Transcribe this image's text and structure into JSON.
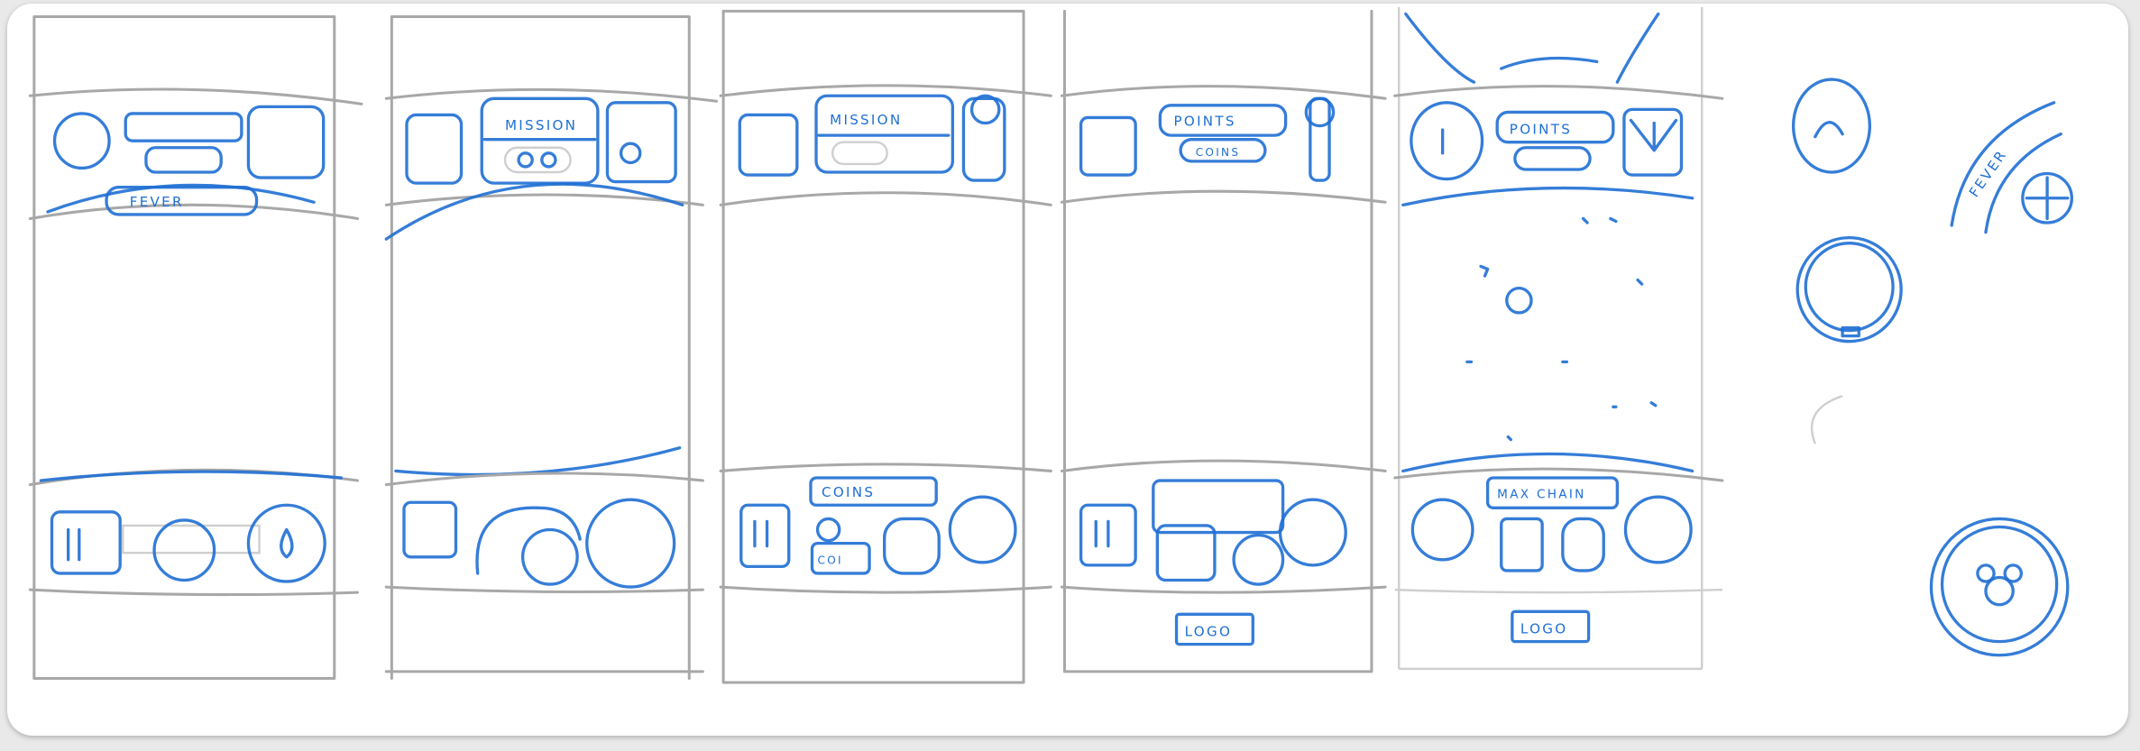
{
  "title": "Game HUD layout sketches",
  "colors": {
    "pencil_blue": "#1f6fd4",
    "pencil_gray": "#a8a8a8"
  },
  "panels": [
    {
      "top_label": "FEVER",
      "bottom_label": ""
    },
    {
      "top_label": "MISSION",
      "bottom_label": ""
    },
    {
      "top_label": "MISSION",
      "bottom_label": "COINS",
      "small_label": "COI"
    },
    {
      "top_label": "POINTS",
      "sub_label": "COINS",
      "logo": "LOGO"
    },
    {
      "top_label": "POINTS",
      "bottom_label": "MAX CHAIN",
      "logo": "LOGO"
    }
  ],
  "icons": {
    "fever_label": "FEVER"
  }
}
